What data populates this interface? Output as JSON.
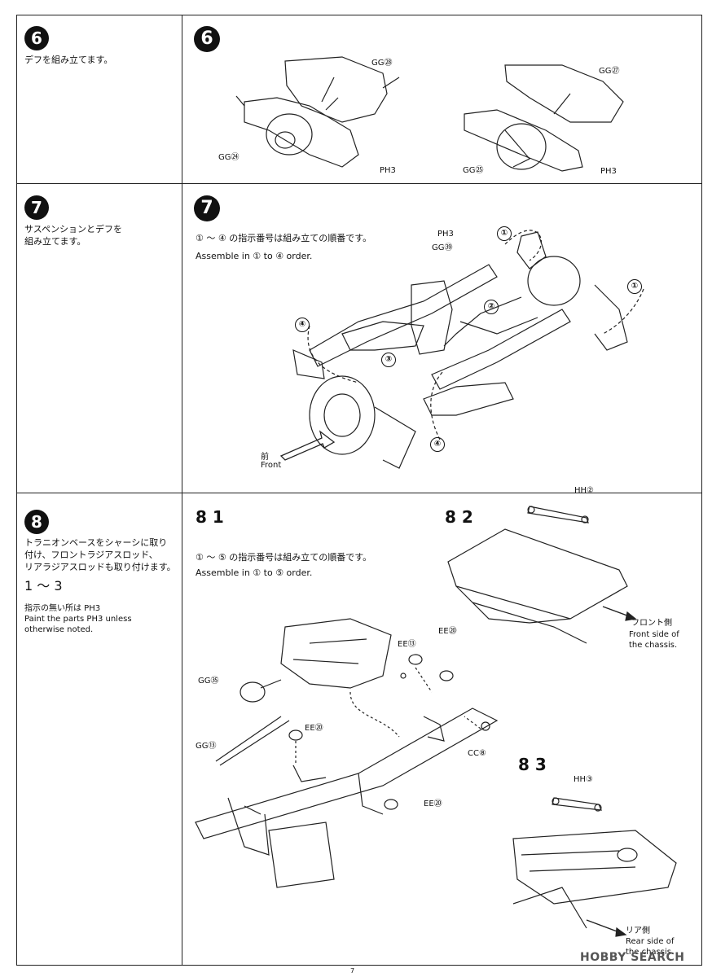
{
  "step6": {
    "num": "6",
    "text": "デフを組み立てます。",
    "parts": {
      "gg28": "GG㉘",
      "gg24": "GG㉔",
      "ph3a": "PH3",
      "gg27": "GG㉗",
      "gg25": "GG㉕",
      "ph3b": "PH3"
    }
  },
  "step7": {
    "num": "7",
    "text_line1": "サスペンションとデフを",
    "text_line2": "組み立てます。",
    "order_jp_prefix": "① ～ ④",
    "order_jp": "の指示番号は組み立ての順番です。",
    "order_en": "Assemble in ① to ④ order.",
    "parts": {
      "ph3": "PH3",
      "gg39": "GG㊴"
    },
    "front_jp": "前",
    "front_en": "Front",
    "callouts": [
      "①",
      "①",
      "②",
      "③",
      "④",
      "④"
    ]
  },
  "step8": {
    "num": "8",
    "text_line1": "トラニオンベースをシャーシに取り",
    "text_line2": "付け、フロントラジアスロッド、",
    "text_line3": "リアラジアスロッドも取り付けます。",
    "range": "1 ～ 3",
    "paint_jp": "指示の無い所は PH3",
    "paint_en_line1": "Paint the parts PH3 unless",
    "paint_en_line2": "otherwise noted.",
    "sub1": {
      "label": "8 1",
      "order_jp_prefix": "① ～ ⑤",
      "order_jp": "の指示番号は組み立ての順番です。",
      "order_en": "Assemble in ① to ⑤ order.",
      "parts": {
        "gg35": "GG㉟",
        "gg13": "GG⑬",
        "ee13": "EE⑬",
        "ee20a": "EE⑳",
        "ee20b": "EE⑳",
        "ee20c": "EE⑳",
        "cc8": "CC⑧"
      }
    },
    "sub2": {
      "label": "8 2",
      "part": "HH②",
      "cap_jp": "フロント側",
      "cap_en_line1": "Front side of",
      "cap_en_line2": "the chassis."
    },
    "sub3": {
      "label": "8 3",
      "part": "HH③",
      "cap_jp": "リア側",
      "cap_en_line1": "Rear side of",
      "cap_en_line2": "the chassis."
    }
  },
  "footer": {
    "page": "7",
    "watermark": "HOBBY SEARCH"
  }
}
